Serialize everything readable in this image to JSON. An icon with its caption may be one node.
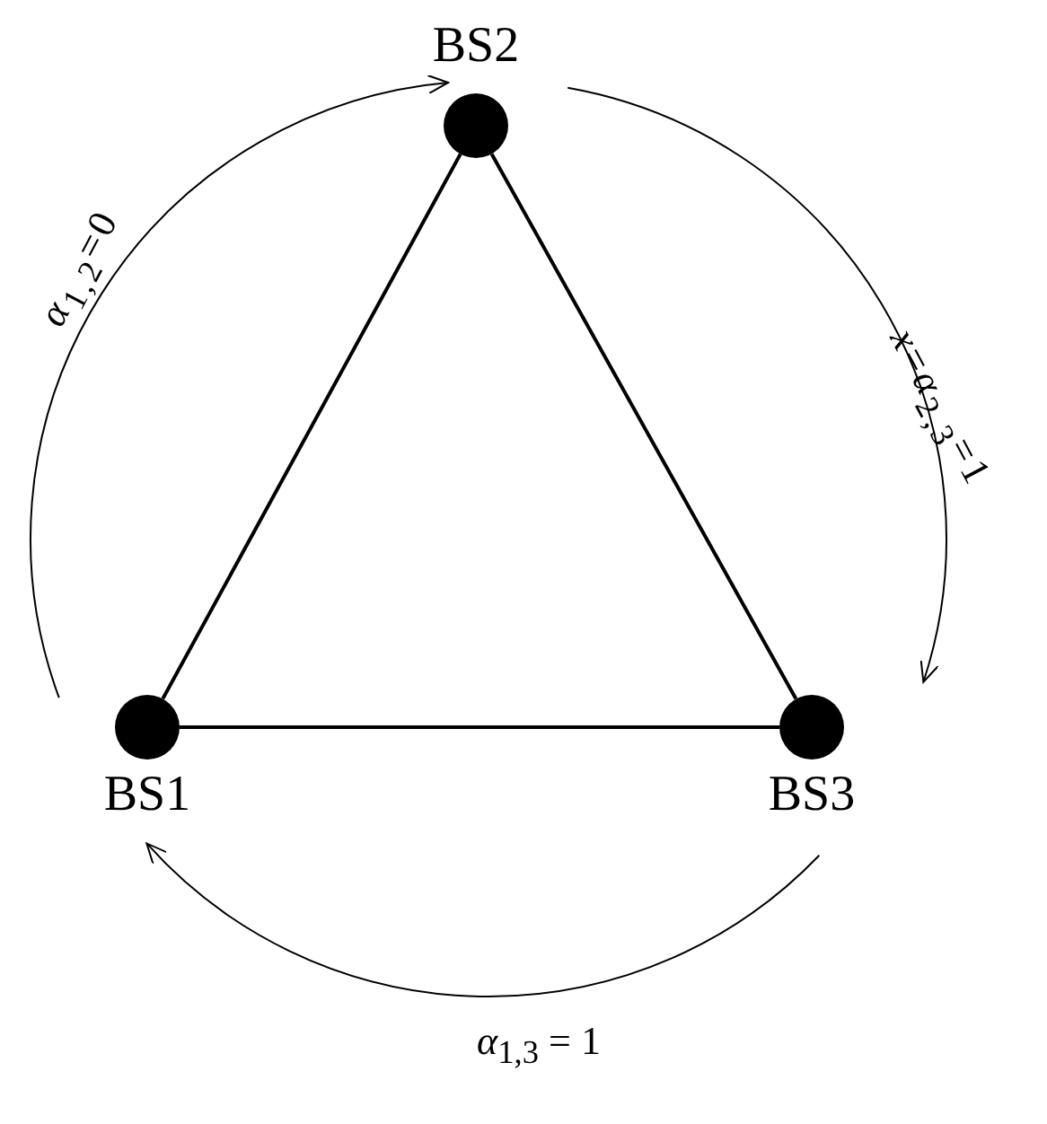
{
  "diagram": {
    "nodes": [
      {
        "text": [
          "BS2"
        ]
      },
      {
        "text": [
          "BS1"
        ]
      },
      {
        "text": [
          "BS3"
        ]
      }
    ],
    "edges": [
      {
        "from": 0,
        "to": 1,
        "arrow": "none"
      },
      {
        "from": 0,
        "to": 2,
        "arrow": "none"
      },
      {
        "from": 1,
        "to": 2,
        "arrow": "none"
      },
      {
        "from": 1,
        "to": 0,
        "arrow": "to",
        "label": "*α*$_{1,2}$=0"
      },
      {
        "from": 0,
        "to": 2,
        "arrow": "to",
        "label": "*x*=*α*$_{2,3}$=1"
      },
      {
        "from": 2,
        "to": 1,
        "arrow": "to",
        "label": "*α*$_{1,3}$ = 1"
      }
    ]
  }
}
